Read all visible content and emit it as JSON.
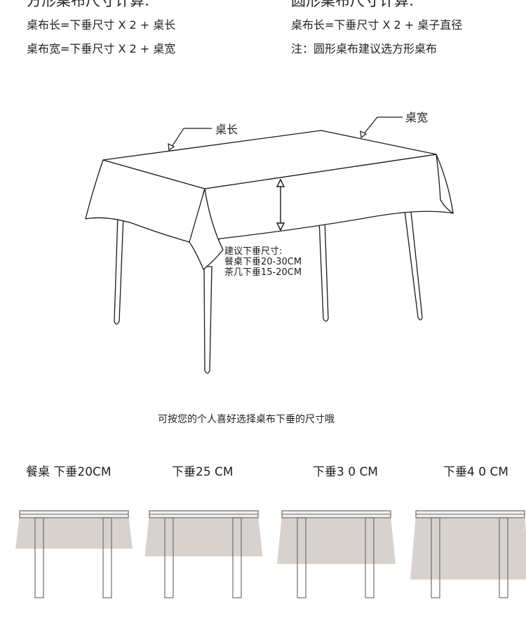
{
  "square": {
    "title": "方形桌布尺寸计算:",
    "length_formula": "桌布长=下垂尺寸 X 2 + 桌长",
    "width_formula": "桌布宽=下垂尺寸 X 2 + 桌宽"
  },
  "round": {
    "title": "圆形桌布尺寸计算:",
    "length_formula": "桌布长=下垂尺寸 X 2 + 桌子直径",
    "note": "注：圆形桌布建议选方形桌布"
  },
  "diagram": {
    "length_label": "桌长",
    "width_label": "桌宽",
    "drop_lines": [
      "建议下垂尺寸:",
      "餐桌下垂20-30CM",
      "茶几下垂15-20CM"
    ]
  },
  "tip": "可按您的个人喜好选择桌布下垂的尺寸哦",
  "options": [
    {
      "label": "餐桌 下垂20CM",
      "drop_cm": 20
    },
    {
      "label": "下垂25 CM",
      "drop_cm": 25
    },
    {
      "label": "下垂3 0 CM",
      "drop_cm": 30
    },
    {
      "label": "下垂4 0 CM",
      "drop_cm": 40
    }
  ],
  "colors": {
    "cloth": "#d8d2ce",
    "outline": "#6f6f6f",
    "text": "#222222"
  }
}
